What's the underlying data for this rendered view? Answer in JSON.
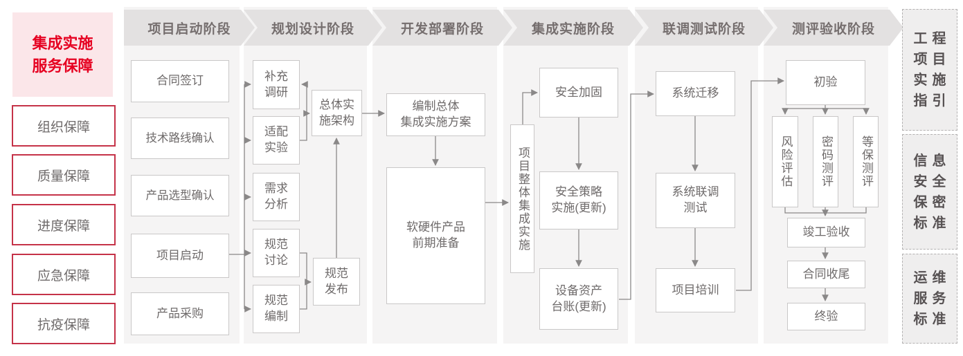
{
  "sidebar": {
    "title": "集成实施\n服务保障",
    "items": [
      {
        "label": "组织保障"
      },
      {
        "label": "质量保障"
      },
      {
        "label": "进度保障"
      },
      {
        "label": "应急保障"
      },
      {
        "label": "抗疫保障"
      }
    ]
  },
  "phases": [
    {
      "label": "项目启动阶段"
    },
    {
      "label": "规划设计阶段"
    },
    {
      "label": "开发部署阶段"
    },
    {
      "label": "集成实施阶段"
    },
    {
      "label": "联调测试阶段"
    },
    {
      "label": "测评验收阶段"
    }
  ],
  "nodes": {
    "p1": [
      {
        "label": "合同签订"
      },
      {
        "label": "技术路线确认"
      },
      {
        "label": "产品选型确认"
      },
      {
        "label": "项目启动"
      },
      {
        "label": "产品采购"
      }
    ],
    "p2": [
      {
        "label": "补充\n调研"
      },
      {
        "label": "适配\n实验"
      },
      {
        "label": "需求\n分析"
      },
      {
        "label": "规范\n讨论"
      },
      {
        "label": "规范\n编制"
      },
      {
        "label": "总体实\n施架构"
      },
      {
        "label": "规范\n发布"
      }
    ],
    "p3": [
      {
        "label": "编制总体\n集成实施方案"
      },
      {
        "label": "软硬件产品\n前期准备"
      }
    ],
    "p4": [
      {
        "label": "项目整体集成实施"
      },
      {
        "label": "安全加固"
      },
      {
        "label": "安全策略\n实施(更新)"
      },
      {
        "label": "设备资产\n台账(更新)"
      }
    ],
    "p5": [
      {
        "label": "系统迁移"
      },
      {
        "label": "系统联调\n测试"
      },
      {
        "label": "项目培训"
      }
    ],
    "p6": [
      {
        "label": "初验"
      },
      {
        "label": "风险评估"
      },
      {
        "label": "密码测评"
      },
      {
        "label": "等保测评"
      },
      {
        "label": "竣工验收"
      },
      {
        "label": "合同收尾"
      },
      {
        "label": "终验"
      }
    ]
  },
  "references": [
    {
      "label": "工程\n项目\n实施\n指引"
    },
    {
      "label": "信息\n安全\n保密\n标准"
    },
    {
      "label": "运维\n服务\n标准"
    }
  ],
  "colors": {
    "accent_red": "#e60021",
    "pink_bg": "#fbe6e9",
    "red_border": "#c53248",
    "column_bg": "#f5f4f4",
    "banner_bg": "#e3e1e1",
    "connector": "#8a8888"
  }
}
